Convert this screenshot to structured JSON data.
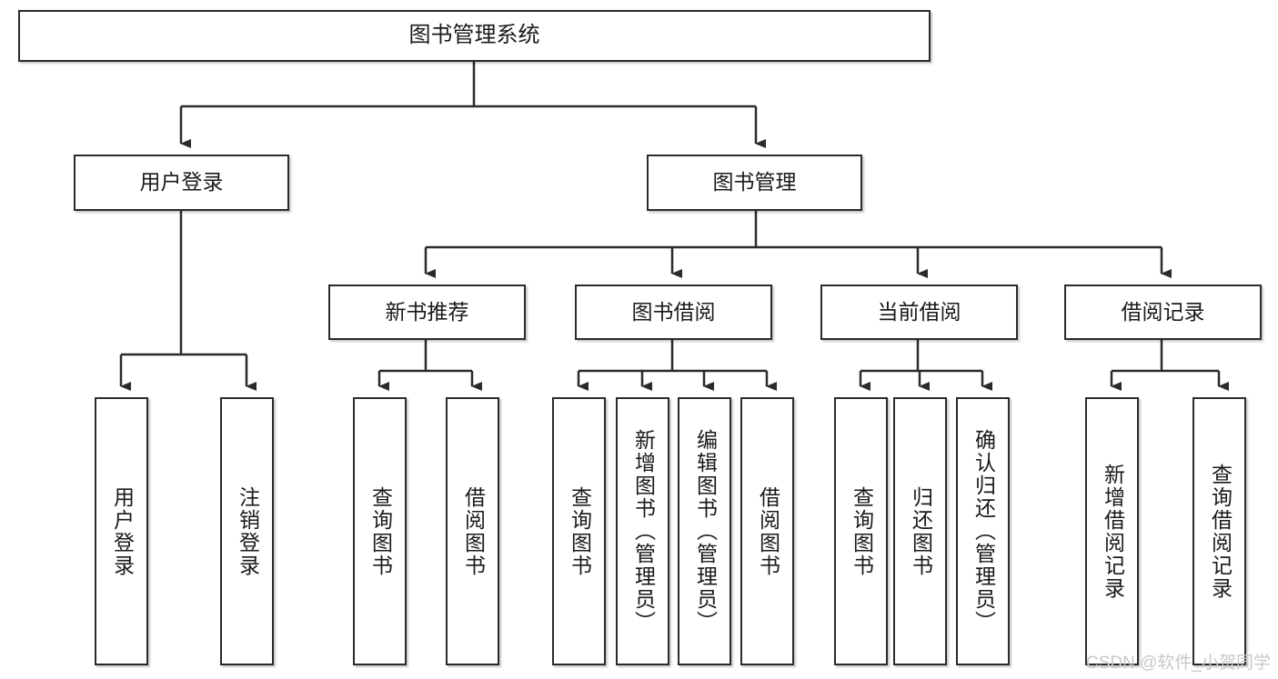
{
  "diagram": {
    "title": "图书管理系统",
    "type": "tree-hierarchy",
    "root": {
      "label": "图书管理系统"
    },
    "level2": [
      {
        "label": "用户登录"
      },
      {
        "label": "图书管理"
      }
    ],
    "level3": [
      {
        "label": "新书推荐"
      },
      {
        "label": "图书借阅"
      },
      {
        "label": "当前借阅"
      },
      {
        "label": "借阅记录"
      }
    ],
    "leaves": {
      "user_login": [
        {
          "label": "用户登录"
        },
        {
          "label": "注销登录"
        }
      ],
      "new_book_recommend": [
        {
          "label": "查询图书"
        },
        {
          "label": "借阅图书"
        }
      ],
      "book_borrow": [
        {
          "label": "查询图书"
        },
        {
          "label": "新增图书（管理员）"
        },
        {
          "label": "编辑图书（管理员）"
        },
        {
          "label": "借阅图书"
        }
      ],
      "current_borrow": [
        {
          "label": "查询图书"
        },
        {
          "label": "归还图书"
        },
        {
          "label": "确认归还（管理员）"
        }
      ],
      "borrow_record": [
        {
          "label": "新增借阅记录"
        },
        {
          "label": "查询借阅记录"
        }
      ]
    }
  },
  "watermark": {
    "text": "CSDN @软件_小贺同学"
  },
  "colors": {
    "box_border": "#2b2b2b",
    "box_fill": "#ffffff",
    "text": "#1a1a1a",
    "wire": "#2b2b2b",
    "watermark": "#c9c9c9"
  }
}
